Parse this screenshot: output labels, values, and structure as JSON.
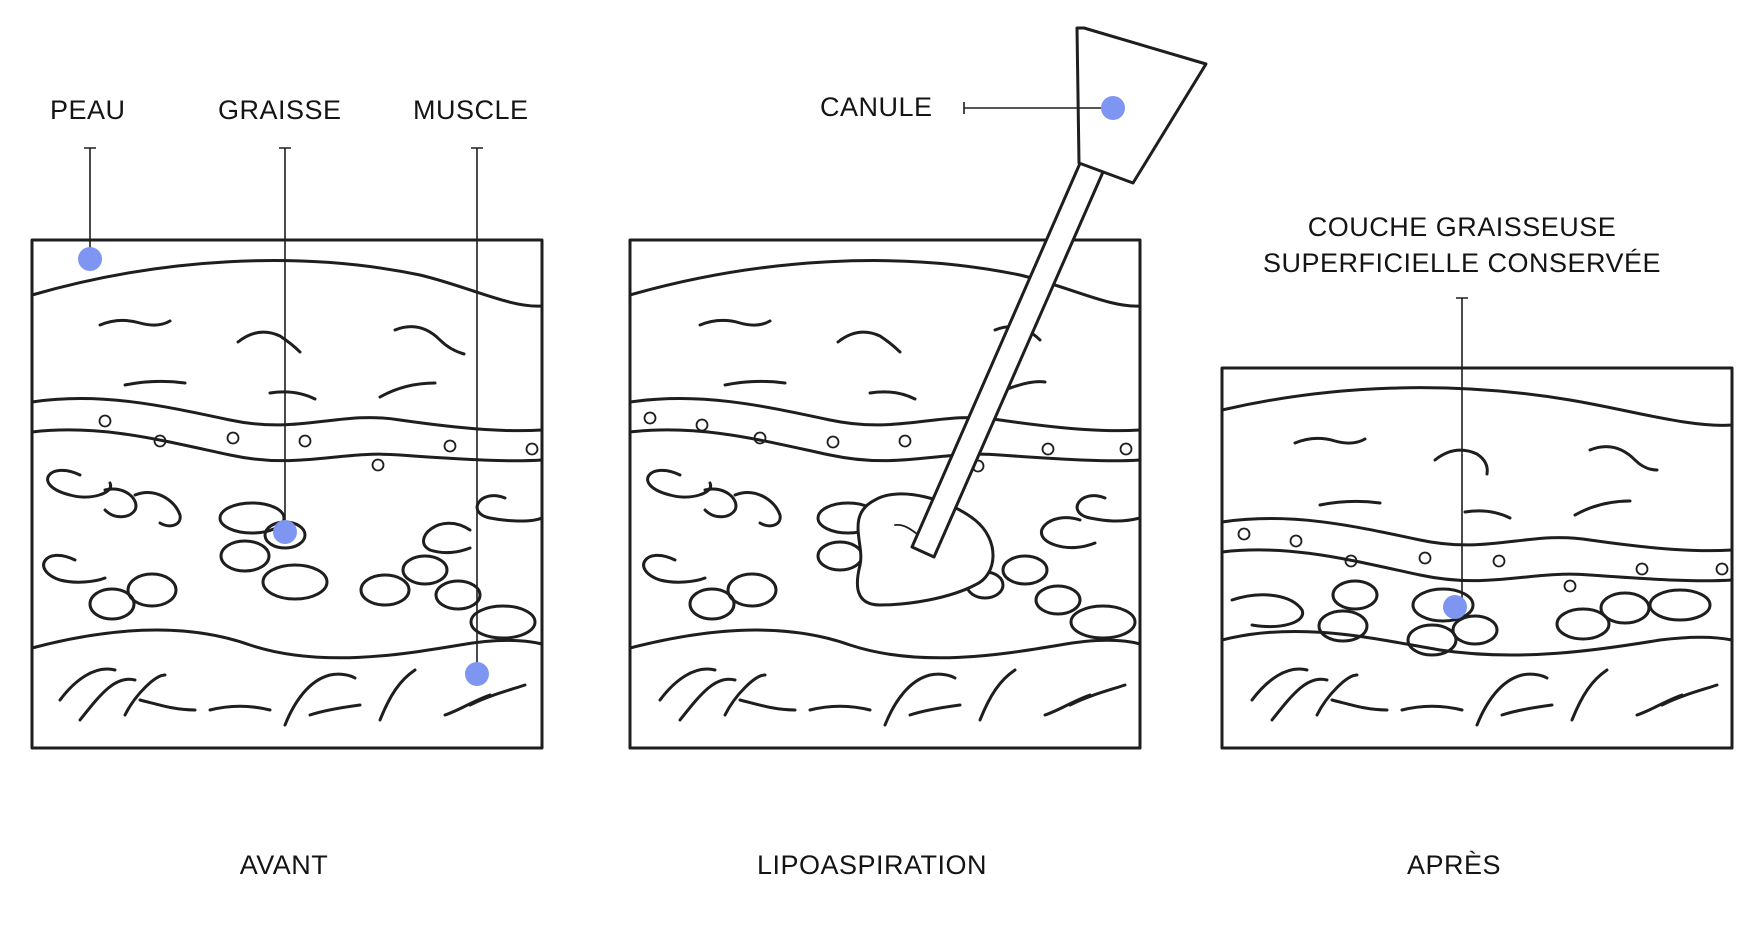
{
  "labels": {
    "skin": "PEAU",
    "fat": "GRAISSE",
    "muscle": "MUSCLE",
    "cannula": "CANULE",
    "preserved_line1": "COUCHE GRAISSEUSE",
    "preserved_line2": "SUPERFICIELLE CONSERVÉE"
  },
  "captions": {
    "before": "AVANT",
    "procedure": "LIPOASPIRATION",
    "after": "APRÈS"
  },
  "colors": {
    "marker": "#7f95f2",
    "ink": "#1e1e1e"
  }
}
